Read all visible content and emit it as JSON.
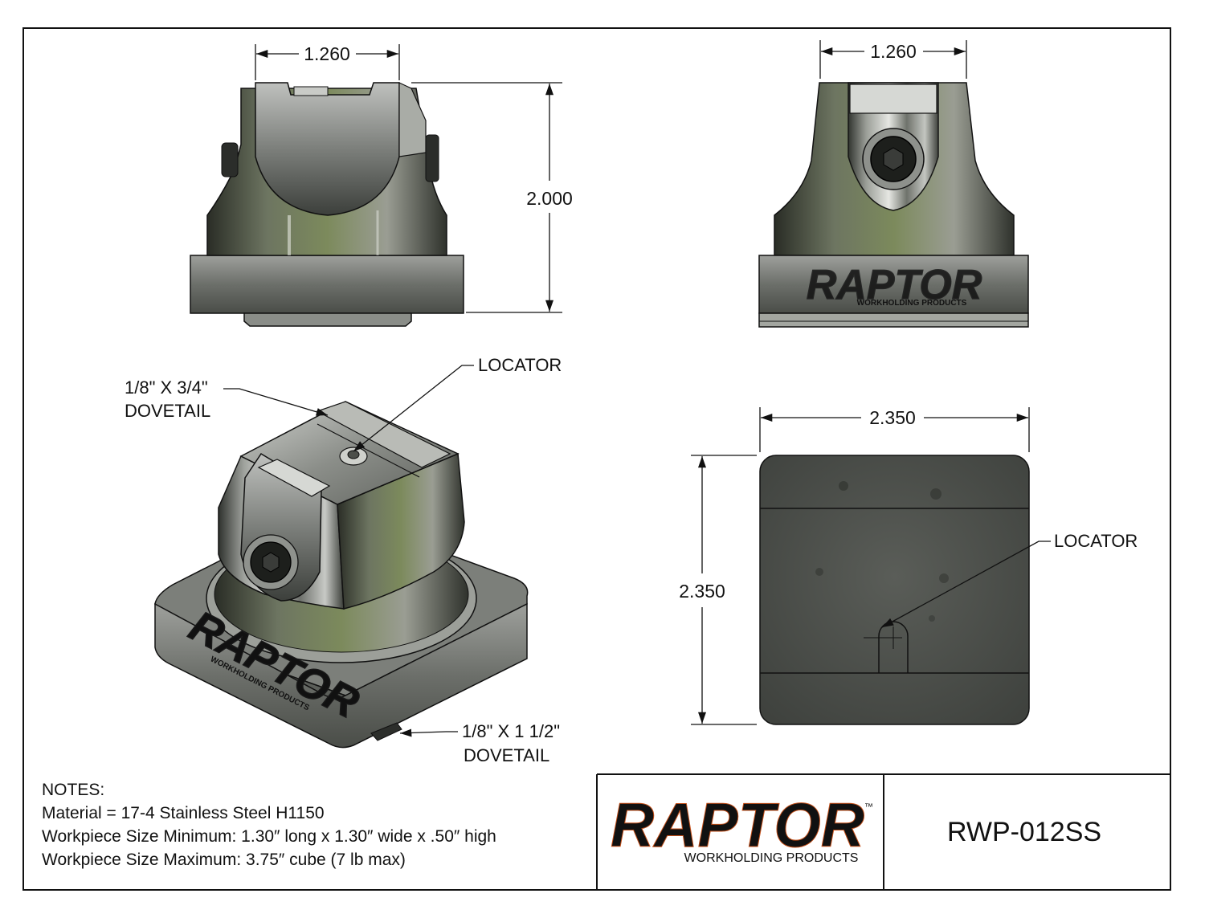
{
  "drawing": {
    "part_number": "RWP-012SS",
    "brand": {
      "name": "RAPTOR",
      "tm": "™",
      "subtitle": "WORKHOLDING PRODUCTS",
      "color": "#f26a21"
    }
  },
  "views": {
    "front": {
      "width_dim": "1.260",
      "height_dim": "2.000"
    },
    "side": {
      "width_dim": "1.260"
    },
    "isometric": {
      "top_dovetail": [
        "1/8\" X 3/4\"",
        "DOVETAIL"
      ],
      "locator": "LOCATOR",
      "bottom_dovetail": [
        "1/8\" X 1 1/2\"",
        "DOVETAIL"
      ]
    },
    "bottom": {
      "width_dim": "2.350",
      "height_dim": "2.350",
      "locator": "LOCATOR"
    }
  },
  "notes": {
    "heading": "NOTES:",
    "lines": [
      "Material = 17-4 Stainless Steel H1150",
      "Workpiece Size Minimum: 1.30″ long x 1.30″ wide x .50″ high",
      "Workpiece Size Maximum: 3.75″ cube (7 lb max)"
    ]
  },
  "colors": {
    "steel_dark": "#4a4d4a",
    "steel_mid": "#8a8d8a",
    "steel_light": "#d4d6d3",
    "border": "#000000"
  }
}
